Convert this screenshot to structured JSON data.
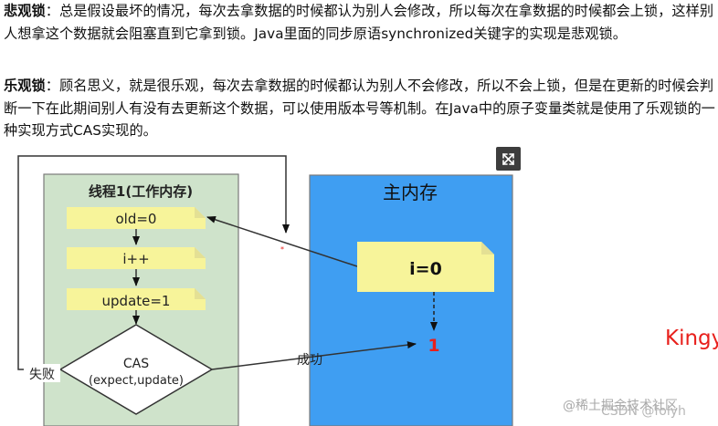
{
  "text": {
    "p1_bold": "悲观锁",
    "p1_text": "：总是假设最坏的情况，每次去拿数据的时候都认为别人会修改，所以每次在拿数据的时候都会上锁，这样别人想拿这个数据就会阻塞直到它拿到锁。Java里面的同步原语synchronized关键字的实现是悲观锁。",
    "p2_bold": "乐观锁",
    "p2_text": "：顾名思义，就是很乐观，每次去拿数据的时候都认为别人不会修改，所以不会上锁，但是在更新的时候会判断一下在此期间别人有没有去更新这个数据，可以使用版本号等机制。在Java中的原子变量类就是使用了乐观锁的一种实现方式CAS实现的。"
  },
  "diagram": {
    "thread_title": "线程1(工作内存)",
    "steps": [
      "old=0",
      "i++",
      "update=1"
    ],
    "decision_line1": "CAS",
    "decision_line2": "(expect,update)",
    "fail_label": "失败",
    "success_label": "成功",
    "memory_title": "主内存",
    "memory_value": "i=0",
    "result_value": "1",
    "colors": {
      "thread_bg": "#cfe3cb",
      "memory_bg": "#3f9ef2",
      "note_bg": "#f7f49a",
      "result": "#e8201c"
    }
  },
  "overlay": {
    "king": "Kingy",
    "watermark1": "@稀土掘金技术社区",
    "watermark2": "CSDN @folyh"
  },
  "icons": {
    "expand": "expand-icon"
  }
}
